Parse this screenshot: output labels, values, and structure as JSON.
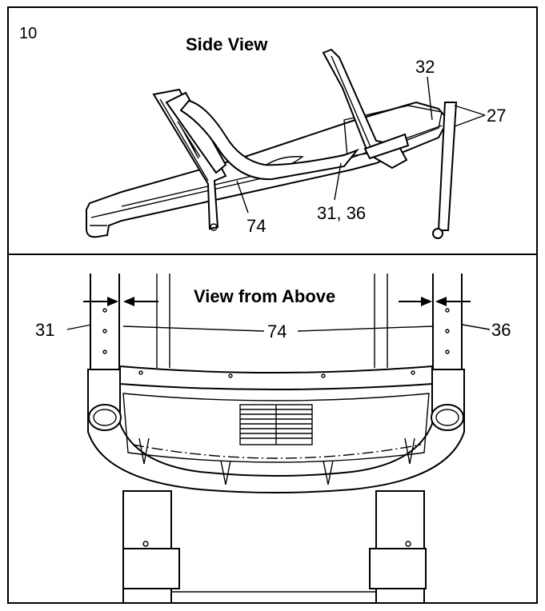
{
  "step_number": "10",
  "panels": {
    "side": {
      "title": "Side View"
    },
    "above": {
      "title": "View from Above"
    }
  },
  "callouts": {
    "side": [
      "32",
      "27",
      "74",
      "31, 36"
    ],
    "above": [
      "31",
      "74",
      "36"
    ]
  }
}
